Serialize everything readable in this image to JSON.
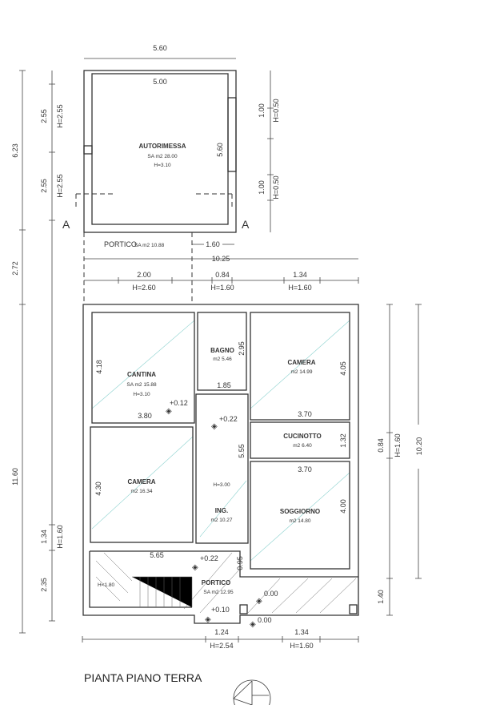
{
  "title": "PIANTA PIANO TERRA",
  "garage": {
    "name": "AUTORIMESSA",
    "area": "SA m2 28.00",
    "height": "H=3.10",
    "width_outer": "5.60",
    "width_inner": "5.00",
    "depth": "5.60",
    "section_mark": "A"
  },
  "portico_top": {
    "name": "PORTICO",
    "area": "SA m2 10.88",
    "dim": "1.60"
  },
  "rooms": [
    {
      "name": "CANTINA",
      "area": "SA m2 15.88",
      "height": "H=3.10",
      "w": "3.80",
      "d": "4.18",
      "level": "+0.12"
    },
    {
      "name": "BAGNO",
      "area": "m2 5.46",
      "w": "1.85",
      "d": "2.95"
    },
    {
      "name": "CAMERA",
      "area": "m2 14.99",
      "w": "3.70",
      "d": "4.05"
    },
    {
      "name": "CUCINOTTO",
      "area": "m2 6.40",
      "d": "1.32"
    },
    {
      "name": "CAMERA",
      "area": "m2 16.34",
      "d": "4.30"
    },
    {
      "name": "ING.",
      "area": "m2 10.27",
      "height": "H=3.00",
      "d": "5.55",
      "level": "+0.22"
    },
    {
      "name": "SOGGIORNO",
      "area": "m2 14.80",
      "w": "3.70",
      "d": "4.00"
    },
    {
      "name": "PORTICO",
      "area": "SA m2 12.95",
      "w": "5.65",
      "d": "0.95",
      "level1": "+0.22",
      "level2": "+0.10",
      "level3": "0.00",
      "level4": "0.00",
      "stair_h": "H<1.80"
    }
  ],
  "dims": {
    "left_outer": [
      "6.23",
      "2.72",
      "11.60"
    ],
    "left_inner": [
      "2.55",
      "2.55",
      "1.34",
      "2.35"
    ],
    "left_inner_h": [
      "H=2.55",
      "H=2.55",
      "H=1.60"
    ],
    "garage_right": [
      "1.00",
      "1.00"
    ],
    "garage_right_h": [
      "H=0.50",
      "H=0.50"
    ],
    "total_width": "10.25",
    "top_windows": [
      "2.00",
      "0.84",
      "1.34"
    ],
    "top_windows_h": [
      "H=2.60",
      "H=1.60",
      "H=1.60"
    ],
    "right": [
      "0.84",
      "1.40",
      "10.20"
    ],
    "right_h": "H=1.60",
    "bottom": [
      "1.24",
      "1.34"
    ],
    "bottom_h": [
      "H=2.54",
      "H=1.60"
    ]
  }
}
